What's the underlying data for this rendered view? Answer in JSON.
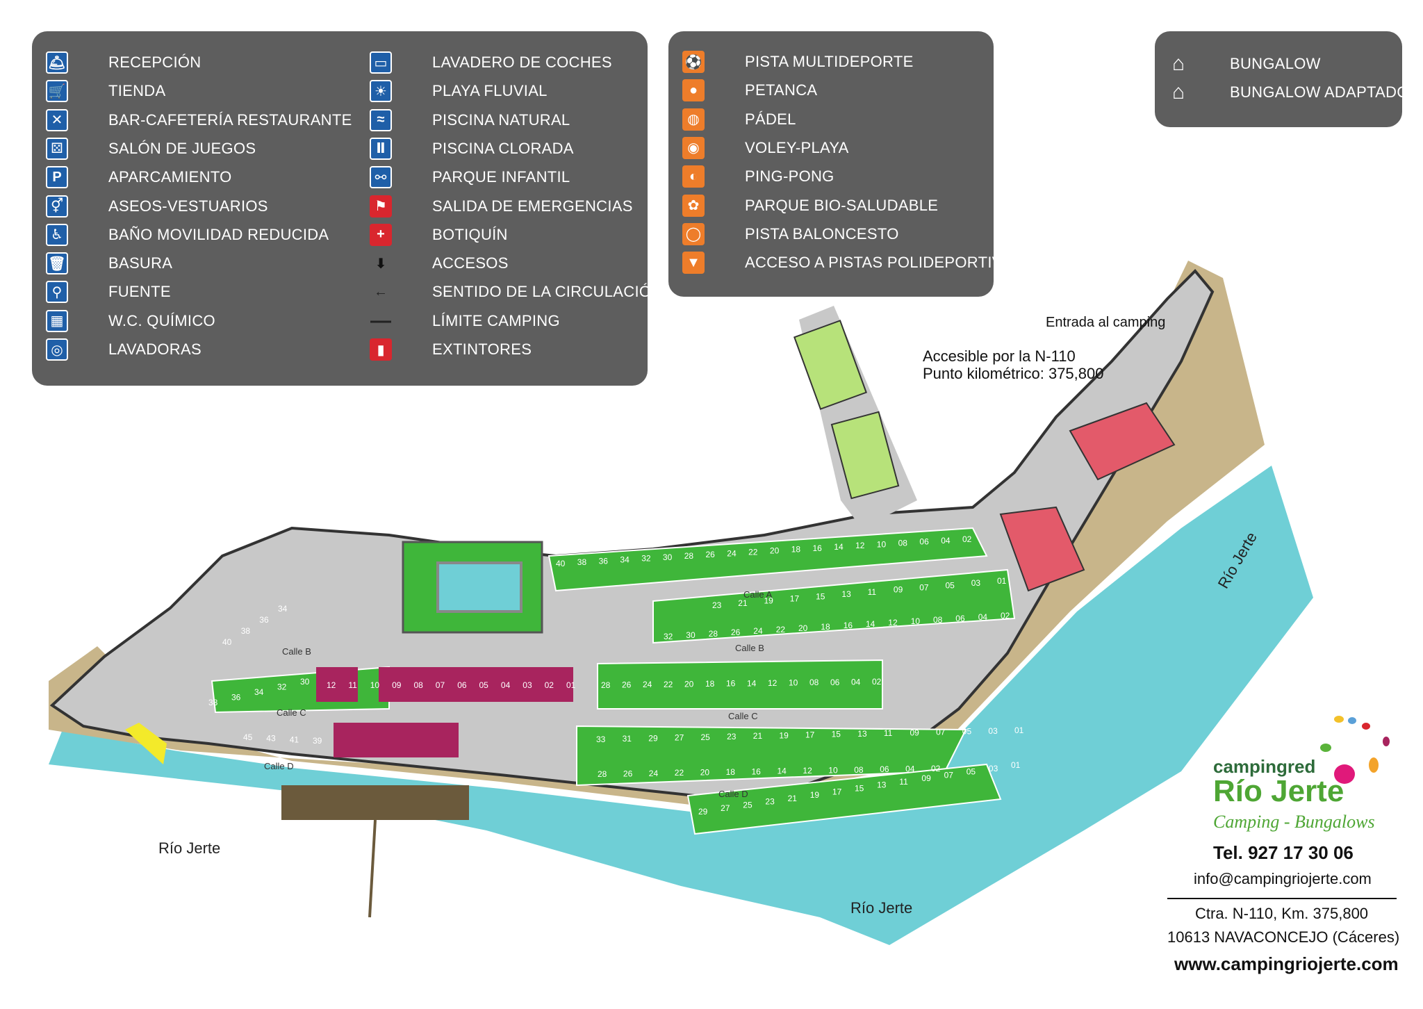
{
  "legend_left_col1": [
    {
      "icon": "reception-bell-icon",
      "label": "RECEPCIÓN"
    },
    {
      "icon": "shopping-cart-icon",
      "label": "TIENDA"
    },
    {
      "icon": "fork-knife-icon",
      "label": "BAR-CAFETERÍA RESTAURANTE"
    },
    {
      "icon": "dice-icon",
      "label": "SALÓN DE JUEGOS"
    },
    {
      "icon": "parking-icon",
      "label": "APARCAMIENTO"
    },
    {
      "icon": "restroom-icon",
      "label": "ASEOS-VESTUARIOS"
    },
    {
      "icon": "wheelchair-icon",
      "label": "BAÑO MOVILIDAD REDUCIDA"
    },
    {
      "icon": "trash-icon",
      "label": "BASURA"
    },
    {
      "icon": "tap-icon",
      "label": "FUENTE"
    },
    {
      "icon": "chemical-wc-icon",
      "label": "W.C. QUÍMICO"
    },
    {
      "icon": "washing-machine-icon",
      "label": "LAVADORAS"
    }
  ],
  "legend_left_col2": [
    {
      "icon": "car-wash-icon",
      "label": "LAVADERO DE COCHES"
    },
    {
      "icon": "river-beach-icon",
      "label": "PLAYA FLUVIAL"
    },
    {
      "icon": "swimmer-icon",
      "label": "PISCINA NATURAL"
    },
    {
      "icon": "pool-ladder-icon",
      "label": "PISCINA CLORADA"
    },
    {
      "icon": "playground-icon",
      "label": "PARQUE INFANTIL"
    },
    {
      "icon": "emergency-exit-icon",
      "label": "SALIDA DE EMERGENCIAS"
    },
    {
      "icon": "first-aid-icon",
      "label": "BOTIQUÍN"
    },
    {
      "icon": "down-arrow-icon",
      "label": "ACCESOS"
    },
    {
      "icon": "direction-arrow-icon",
      "label": "SENTIDO DE LA CIRCULACIÓN"
    },
    {
      "icon": "boundary-line-icon",
      "label": "LÍMITE CAMPING"
    },
    {
      "icon": "extinguisher-icon",
      "label": "EXTINTORES"
    }
  ],
  "legend_sports": [
    {
      "icon": "multisport-icon",
      "label": "PISTA MULTIDEPORTE"
    },
    {
      "icon": "petanque-icon",
      "label": "PETANCA"
    },
    {
      "icon": "padel-icon",
      "label": "PÁDEL"
    },
    {
      "icon": "volleyball-icon",
      "label": "VOLEY-PLAYA"
    },
    {
      "icon": "ping-pong-icon",
      "label": "PING-PONG"
    },
    {
      "icon": "bio-park-icon",
      "label": "PARQUE BIO-SALUDABLE"
    },
    {
      "icon": "basketball-icon",
      "label": "PISTA BALONCESTO"
    },
    {
      "icon": "sports-access-icon",
      "label": "ACCESO A PISTAS POLIDEPORTIVAS"
    }
  ],
  "legend_bungalow": [
    {
      "icon": "bungalow-icon",
      "label": "BUNGALOW"
    },
    {
      "icon": "adapted-bungalow-icon",
      "label": "BUNGALOW ADAPTADO"
    }
  ],
  "map_labels": {
    "entrance": "Entrada al camping",
    "access_line1": "Accesible por la N-110",
    "access_line2": "Punto kilométrico: 375,800",
    "river_left": "Río Jerte",
    "river_bottom": "Río Jerte",
    "river_right": "Río Jerte",
    "calle_a": "Calle A",
    "calle_b": "Calle B",
    "calle_b_west": "Calle B",
    "calle_c": "Calle C",
    "calle_c_west": "Calle C",
    "calle_d": "Calle D",
    "calle_d_west": "Calle D"
  },
  "plots": {
    "row_a_top": [
      "40",
      "38",
      "36",
      "34",
      "32",
      "30",
      "28",
      "26",
      "24",
      "22",
      "20",
      "18",
      "16",
      "14",
      "12",
      "10",
      "08",
      "06",
      "04",
      "02"
    ],
    "row_a_bottom": [
      "23",
      "21",
      "19",
      "17",
      "15",
      "13",
      "11",
      "09",
      "07",
      "05",
      "03",
      "01"
    ],
    "row_b_top": [
      "32",
      "30",
      "28",
      "26",
      "24",
      "22",
      "20",
      "18",
      "16",
      "14",
      "12",
      "10",
      "08",
      "06",
      "04",
      "02"
    ],
    "row_b_bottom": [
      "28",
      "26",
      "24",
      "22",
      "20",
      "18",
      "16",
      "14",
      "12",
      "10",
      "08",
      "06",
      "04",
      "02"
    ],
    "west_b": [
      "40",
      "38",
      "36",
      "34"
    ],
    "west_c": [
      "38",
      "36",
      "34",
      "32",
      "30"
    ],
    "west_d": [
      "45",
      "43",
      "41",
      "39"
    ],
    "row_c_bottom": [
      "33",
      "31",
      "29",
      "27",
      "25",
      "23",
      "21",
      "19",
      "17",
      "15",
      "13",
      "11",
      "09",
      "07",
      "05",
      "03",
      "01"
    ],
    "row_d_top": [
      "28",
      "26",
      "24",
      "22",
      "20",
      "18",
      "16",
      "14",
      "12",
      "10",
      "08",
      "06",
      "04",
      "02"
    ],
    "row_d_bottom": [
      "29",
      "27",
      "25",
      "23",
      "21",
      "19",
      "17",
      "15",
      "13",
      "11",
      "09",
      "07",
      "05",
      "03",
      "01"
    ],
    "bungalows": [
      "12",
      "11",
      "10",
      "09",
      "08",
      "07",
      "06",
      "05",
      "04",
      "03",
      "02",
      "01"
    ]
  },
  "brand": {
    "small": "campingred",
    "name": "Río Jerte",
    "tagline": "Camping - Bungalows",
    "phone": "Tel. 927 17 30 06",
    "email": "info@campingriojerte.com",
    "address1": "Ctra. N-110, Km. 375,800",
    "address2": "10613 NAVACONCEJO (Cáceres)",
    "web": "www.campingriojerte.com"
  },
  "colors": {
    "panel": "#5e5e5e",
    "river": "#6fcfd6",
    "bank": "#c8b58a",
    "road": "#c8c8c8",
    "plot_green": "#3fb63a",
    "bungalow": "#a8245e",
    "building": "#e35a6a",
    "sports_field": "#b7e27a",
    "icon_blue": "#1f5fa8",
    "icon_orange": "#ee7d2a",
    "icon_red": "#d9262e"
  }
}
